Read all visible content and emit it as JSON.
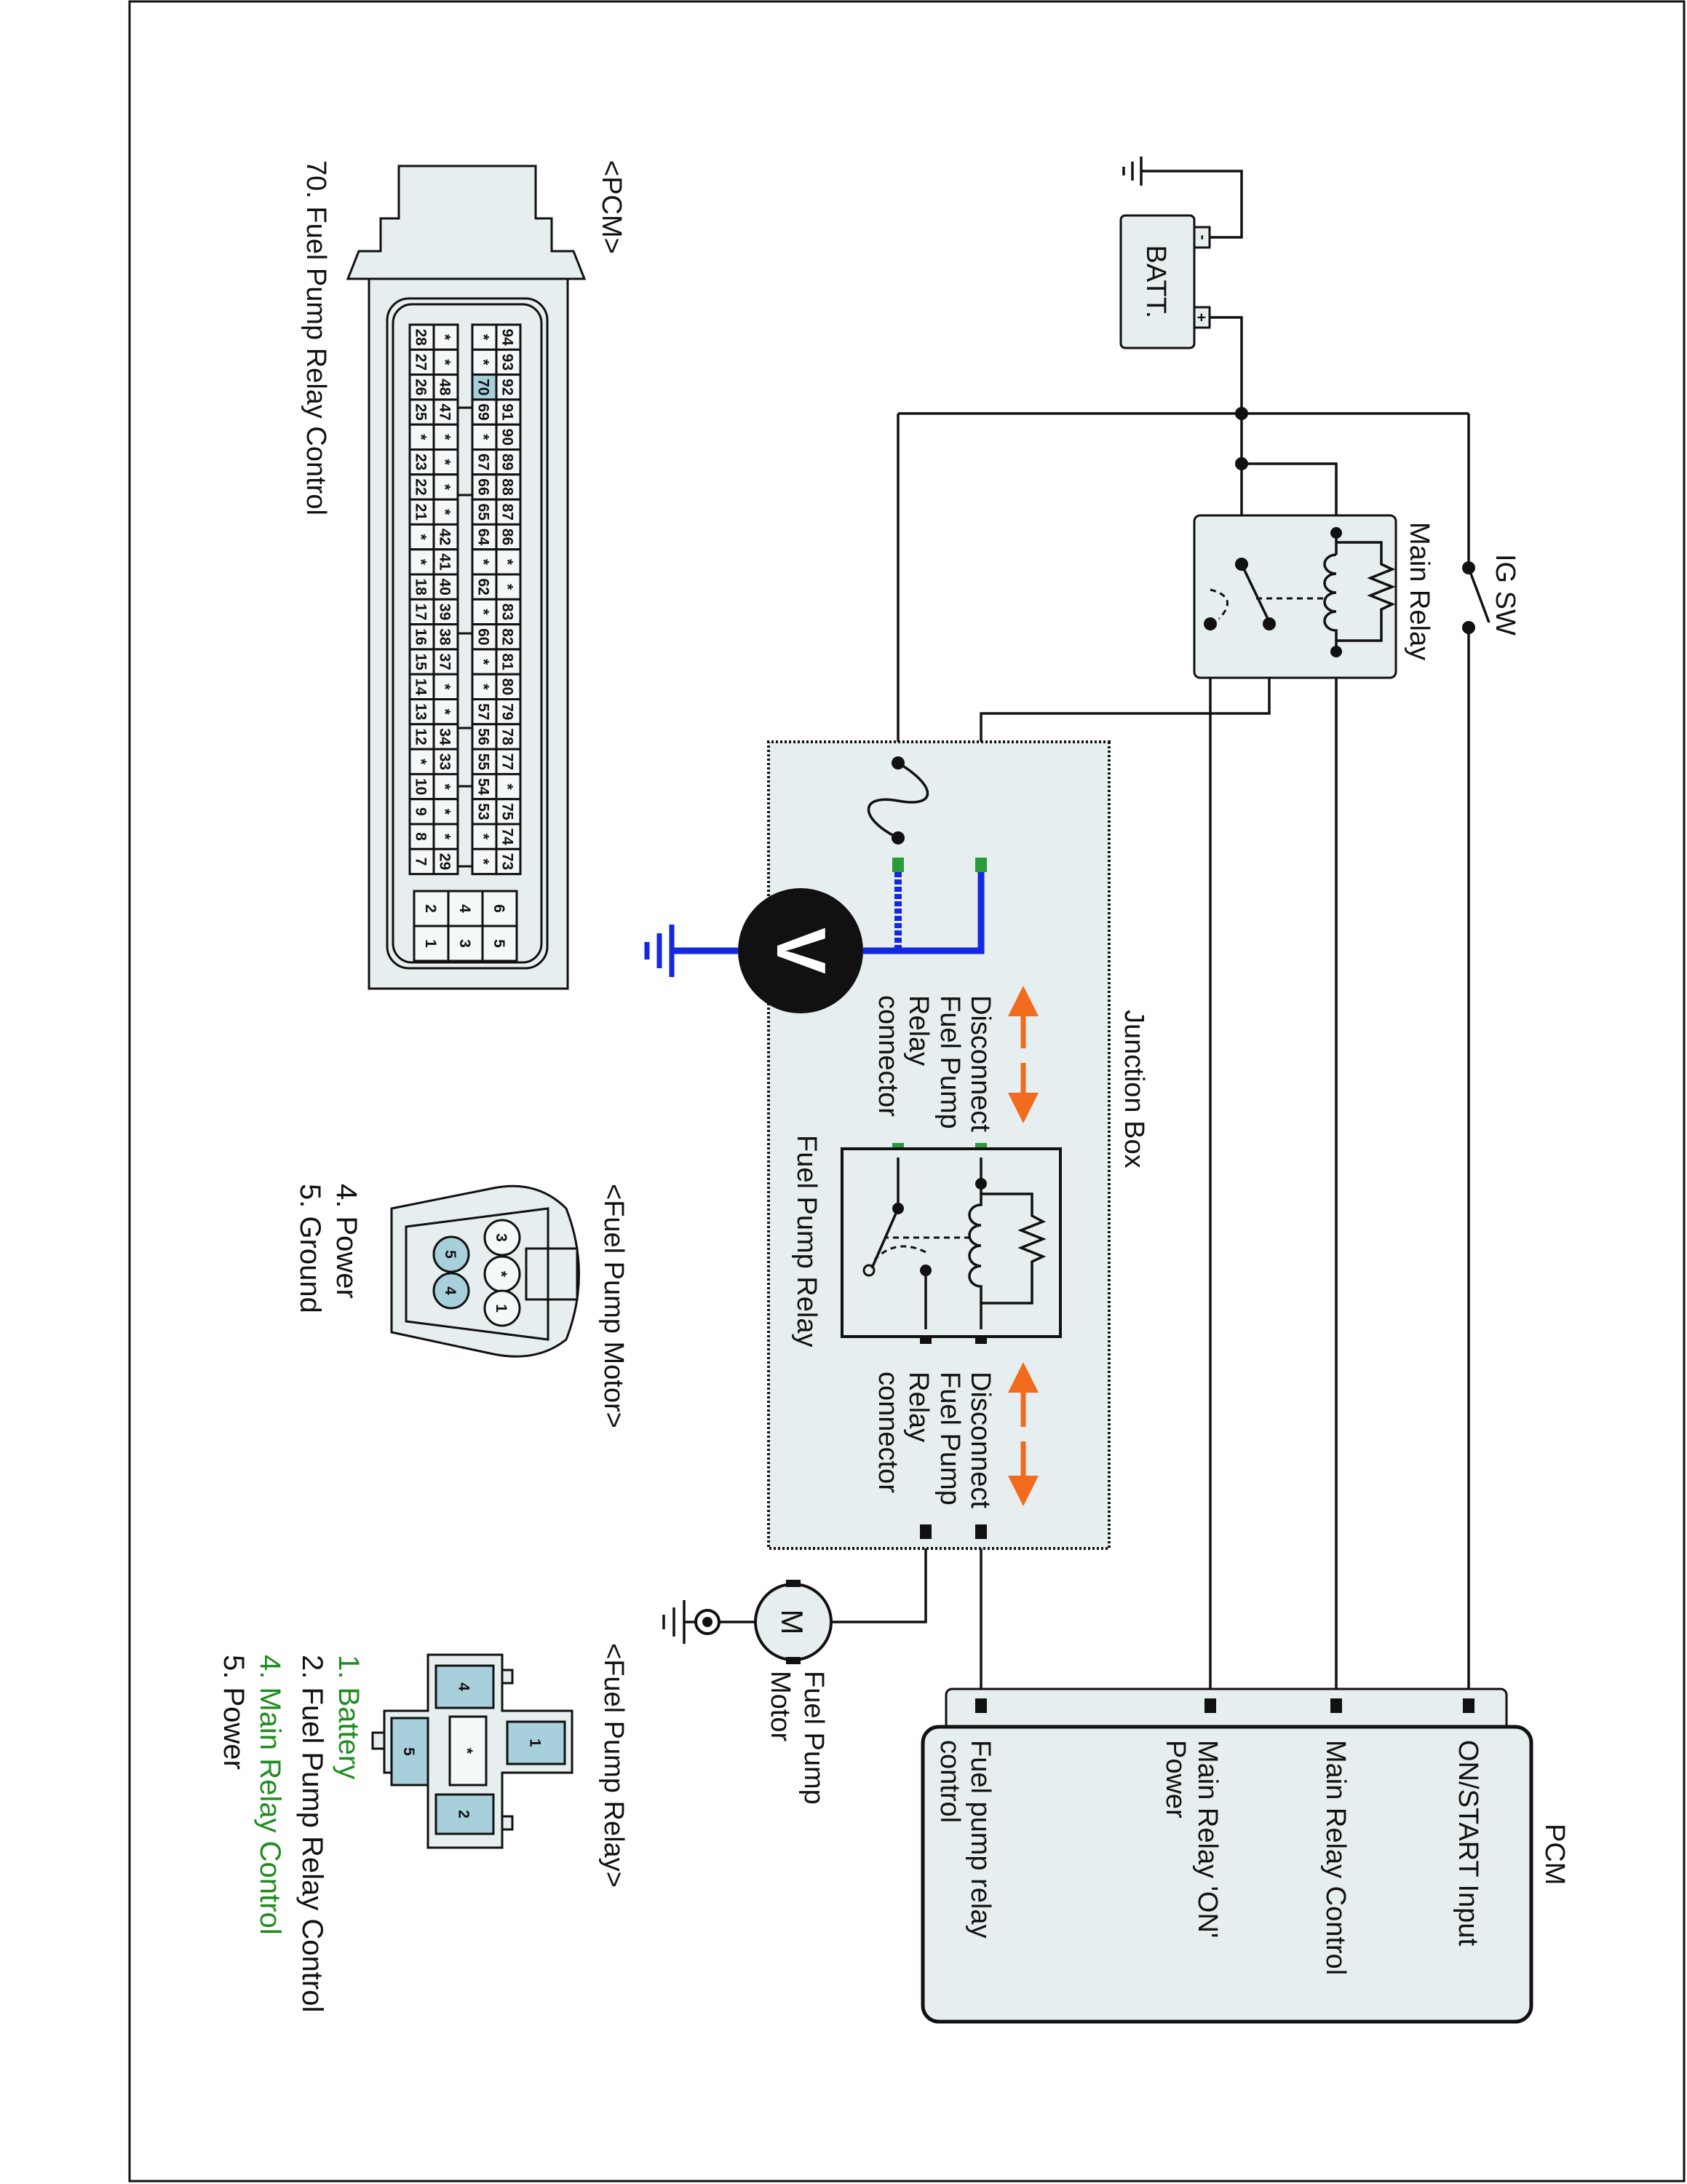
{
  "colors": {
    "panel": "#e6eef0",
    "pin_highlight": "#a8d0dc",
    "wire": "#111111",
    "meter_wire": "#1428e0",
    "connector_green": "#2a9a3a",
    "arrow": "#f26b1d",
    "legend_green": "#1f8c1f"
  },
  "components": {
    "battery": "BATT.",
    "battery_minus": "-",
    "battery_plus": "+",
    "ig_sw": "IG SW",
    "main_relay": "Main Relay",
    "junction_box": "Junction Box",
    "fuel_pump_relay": "Fuel Pump Relay",
    "disconnect_1": [
      "Disconnect",
      "Fuel Pump",
      "Relay",
      "connector"
    ],
    "disconnect_2": [
      "Disconnect",
      "Fuel Pump",
      "Relay",
      "connector"
    ],
    "voltmeter": "V",
    "motor_symbol": "M",
    "fuel_pump_motor": [
      "Fuel Pump",
      "Motor"
    ]
  },
  "pcm": {
    "title": "PCM",
    "pins": [
      {
        "label": [
          "ON/START Input"
        ]
      },
      {
        "label": [
          "Main Relay Control"
        ]
      },
      {
        "label": [
          "Main Relay 'ON'",
          "Power"
        ]
      },
      {
        "label": [
          "Fuel pump relay",
          "control"
        ]
      }
    ]
  },
  "pcm_connector": {
    "title": "<PCM>",
    "caption": "70. Fuel Pump Relay Control",
    "highlight": "70",
    "rows": [
      [
        "94",
        "93",
        "92",
        "91",
        "90",
        "89",
        "88",
        "87",
        "86",
        "*",
        "*",
        "83",
        "82",
        "81",
        "80",
        "79",
        "78",
        "77",
        "*",
        "75",
        "74",
        "73"
      ],
      [
        "*",
        "*",
        "70",
        "69",
        "*",
        "67",
        "66",
        "65",
        "64",
        "*",
        "62",
        "*",
        "60",
        "*",
        "*",
        "57",
        "56",
        "55",
        "54",
        "53",
        "*",
        "*"
      ],
      [
        "*",
        "*",
        "48",
        "47",
        "*",
        "*",
        "*",
        "*",
        "42",
        "41",
        "40",
        "39",
        "38",
        "37",
        "*",
        "*",
        "34",
        "33",
        "*",
        "*",
        "*",
        "29"
      ],
      [
        "28",
        "27",
        "26",
        "25",
        "*",
        "23",
        "22",
        "21",
        "*",
        "*",
        "18",
        "17",
        "16",
        "15",
        "14",
        "13",
        "12",
        "*",
        "10",
        "9",
        "8",
        "7"
      ]
    ],
    "aux_rows": [
      [
        "6",
        "5"
      ],
      [
        "4",
        "3"
      ],
      [
        "2",
        "1"
      ]
    ]
  },
  "fuel_pump_motor_connector": {
    "title": "<Fuel Pump Motor>",
    "pins": [
      "3",
      "*",
      "1",
      "5",
      "4"
    ],
    "legend": [
      "4. Power",
      "5. Ground"
    ]
  },
  "fuel_pump_relay_connector": {
    "title": "<Fuel Pump Relay>",
    "pins": [
      "4",
      "*",
      "2",
      "1",
      "5"
    ],
    "legend": [
      {
        "text": "1. Battery",
        "highlight": true
      },
      {
        "text": "2. Fuel Pump Relay Control",
        "highlight": false
      },
      {
        "text": "4. Main Relay Control",
        "highlight": true
      },
      {
        "text": "5. Power",
        "highlight": false
      }
    ]
  }
}
